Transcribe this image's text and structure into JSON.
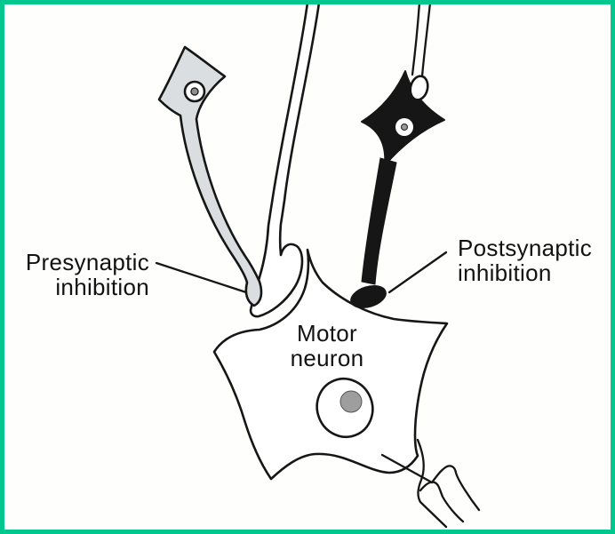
{
  "figure": {
    "description": "Neuron diagram showing presynaptic inhibition and postsynaptic inhibition acting on a motor neuron",
    "labels": {
      "presynaptic": "Presynaptic\ninhibition",
      "postsynaptic": "Postsynaptic\ninhibition",
      "motor_neuron": "Motor\nneuron"
    },
    "elements": [
      {
        "name": "presynaptic-inhibitory-neuron",
        "fill": "#DBDEE0",
        "note": "gray neuron whose axon ends on the excitatory terminal"
      },
      {
        "name": "excitatory-axon-terminal",
        "fill": "#FFFFFF",
        "note": "white axon descending onto motor neuron dendrite"
      },
      {
        "name": "postsynaptic-inhibitory-neuron",
        "fill": "#161616",
        "note": "black neuron whose bouton ends on the motor neuron soma"
      },
      {
        "name": "motor-neuron",
        "fill": "#FFFFFF",
        "note": "large star-shaped soma with nucleus and axon branches"
      }
    ],
    "colors": {
      "frame_border": "#00C78E",
      "background": "#FEFEFC",
      "outline": "#161616",
      "gray_fill": "#DBDEE0",
      "black_fill": "#161616",
      "nucleolus_gray": "#9E9E9E"
    }
  }
}
